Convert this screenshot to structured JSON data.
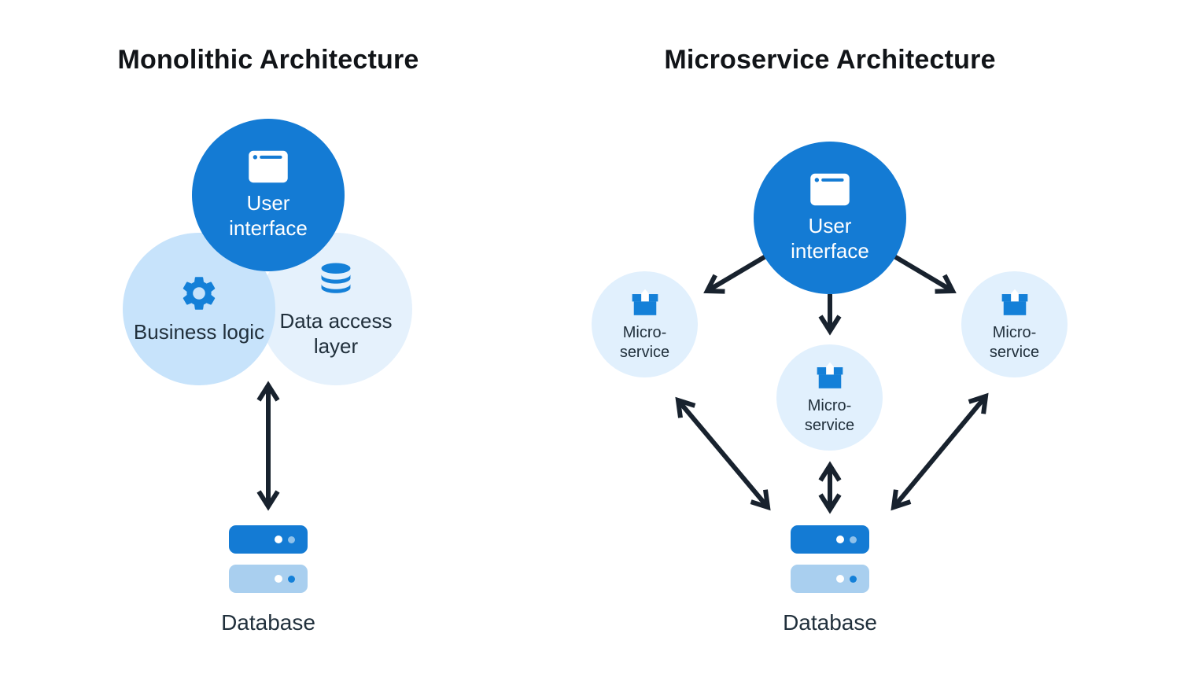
{
  "monolithic": {
    "title": "Monolithic Architecture",
    "ui_label": "User interface",
    "business_logic_label": "Business logic",
    "data_access_label": "Data access layer",
    "database_label": "Database"
  },
  "microservice": {
    "title": "Microservice Architecture",
    "ui_label": "User interface",
    "service_labels": [
      "Micro-service",
      "Micro-service",
      "Micro-service"
    ],
    "database_label": "Database"
  },
  "icons": {
    "user_interface": "browser-window-icon",
    "business_logic": "gear-icon",
    "data_access": "database-cylinder-icon",
    "microservice": "package-box-icon",
    "database": "server-stack-icon"
  },
  "colors": {
    "accent_blue": "#147bd4",
    "icon_blue": "#1480d8",
    "pale_blue_strong": "#c7e3fb",
    "pale_blue_light": "#e5f1fc",
    "pale_blue_micro": "#e1f0fd",
    "server_light_bar": "#a9cfef",
    "server_dot_light": "#8fc1ea",
    "arrow_navy": "#18222e",
    "label_navy": "#21303c",
    "title_black": "#111418"
  }
}
